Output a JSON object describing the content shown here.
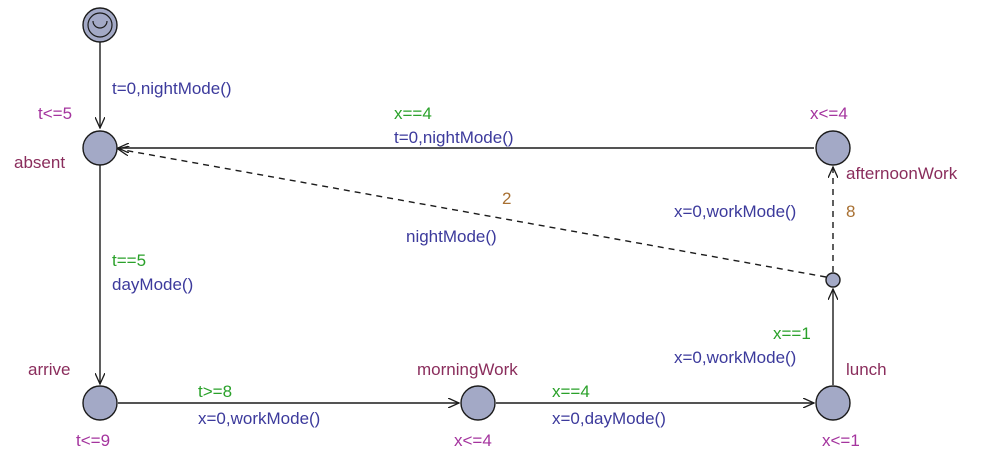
{
  "diagram": {
    "colors": {
      "location_fill": "#a3a9c6",
      "name": "#8a2d5c",
      "invariant": "#a4349e",
      "guard": "#2aa12a",
      "update": "#3c3a9c",
      "probability": "#a87032"
    },
    "initial_location": {
      "icon": "initial-state-icon"
    },
    "locations": {
      "absent": {
        "name": "absent",
        "invariant": "t<=5"
      },
      "arrive": {
        "name": "arrive",
        "invariant": "t<=9"
      },
      "morningWork": {
        "name": "morningWork",
        "invariant": "x<=4"
      },
      "lunch": {
        "name": "lunch",
        "invariant": "x<=1"
      },
      "afternoonWork": {
        "name": "afternoonWork",
        "invariant": "x<=4"
      }
    },
    "edges": {
      "init_to_absent": {
        "update": "t=0,nightMode()"
      },
      "absent_to_arrive": {
        "guard": "t==5",
        "update": "dayMode()"
      },
      "arrive_to_morningWork": {
        "guard": "t>=8",
        "update": "x=0,workMode()"
      },
      "morningWork_to_lunch": {
        "guard": "x==4",
        "update": "x=0,dayMode()"
      },
      "lunch_to_branch": {
        "guard": "x==1",
        "update": "x=0,workMode()"
      },
      "branch_to_afternoonWork": {
        "probability": "8",
        "update": "x=0,workMode()"
      },
      "branch_to_absent": {
        "probability": "2",
        "update": "nightMode()"
      },
      "afternoonWork_to_absent": {
        "guard": "x==4",
        "update": "t=0,nightMode()"
      }
    }
  }
}
